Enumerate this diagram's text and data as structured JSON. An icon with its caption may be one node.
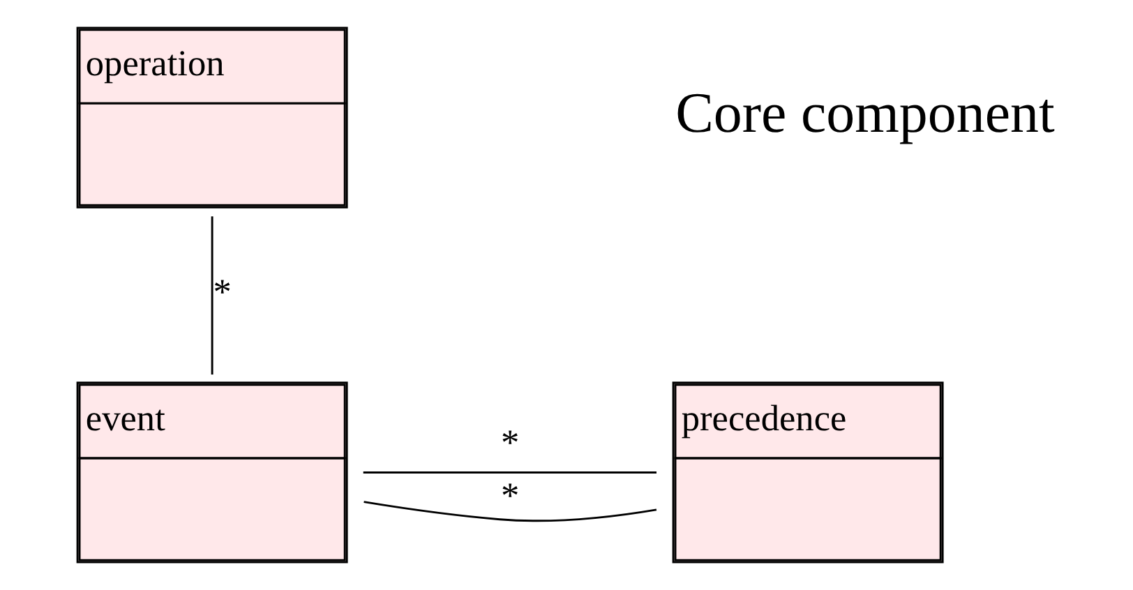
{
  "diagram": {
    "nodes": [
      {
        "text": [
          "event"
        ]
      },
      {
        "text": [
          "precedence"
        ]
      },
      {
        "text": [
          "operation"
        ]
      }
    ],
    "edges": [
      {
        "from": 0,
        "to": 1,
        "arrow": "none",
        "label": "*"
      },
      {
        "from": 0,
        "to": 1,
        "arrow": "none",
        "label": "*"
      },
      {
        "from": 2,
        "to": 0,
        "arrow": "none",
        "label": "*"
      }
    ],
    "labels": [
      "Core component"
    ]
  }
}
